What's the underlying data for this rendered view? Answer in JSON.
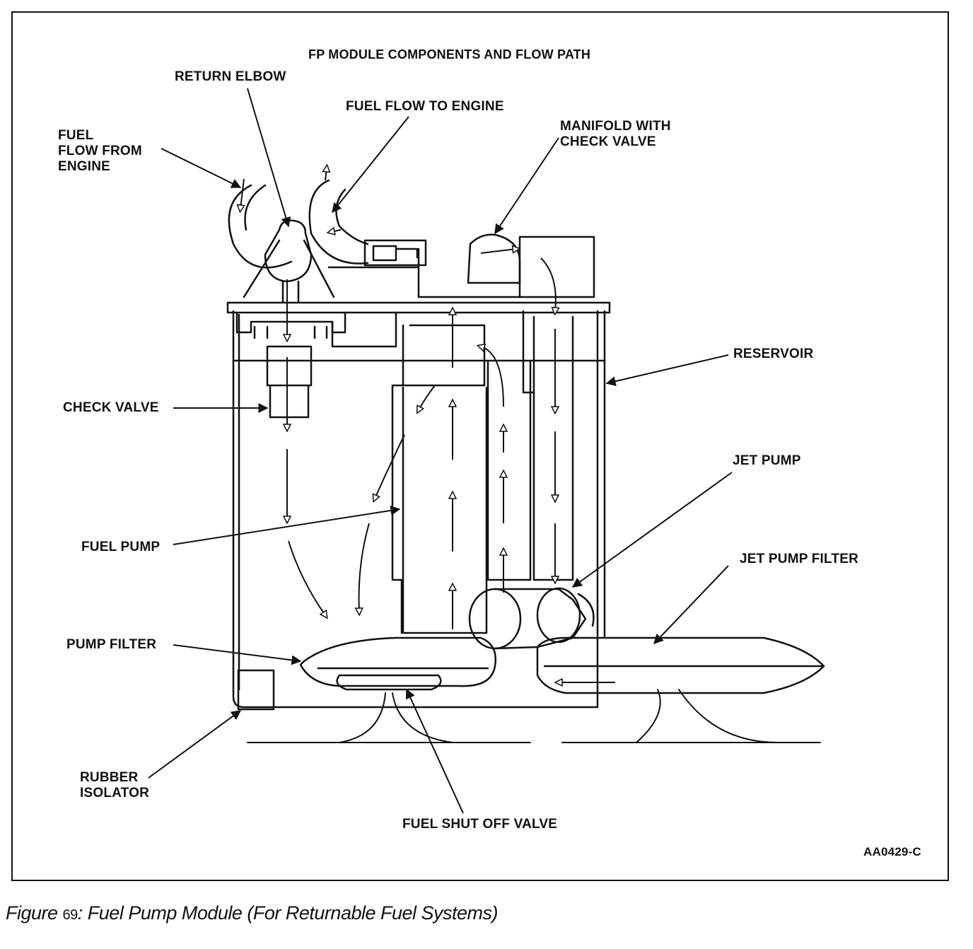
{
  "diagram": {
    "title": "FP MODULE COMPONENTS AND FLOW PATH",
    "code": "AA0429-C",
    "labels": {
      "return_elbow": "RETURN ELBOW",
      "fuel_flow_to_engine": "FUEL FLOW TO ENGINE",
      "fuel_flow_from_engine_1": "FUEL",
      "fuel_flow_from_engine_2": "FLOW FROM",
      "fuel_flow_from_engine_3": "ENGINE",
      "manifold_1": "MANIFOLD WITH",
      "manifold_2": "CHECK VALVE",
      "reservoir": "RESERVOIR",
      "check_valve": "CHECK VALVE",
      "jet_pump": "JET PUMP",
      "fuel_pump": "FUEL PUMP",
      "jet_pump_filter": "JET PUMP FILTER",
      "pump_filter": "PUMP FILTER",
      "rubber_isolator_1": "RUBBER",
      "rubber_isolator_2": "ISOLATOR",
      "fuel_shut_off_valve": "FUEL SHUT OFF VALVE"
    }
  },
  "caption": {
    "prefix": "Figure",
    "number": "69",
    "text": ": Fuel Pump Module (For Returnable Fuel Systems)"
  }
}
